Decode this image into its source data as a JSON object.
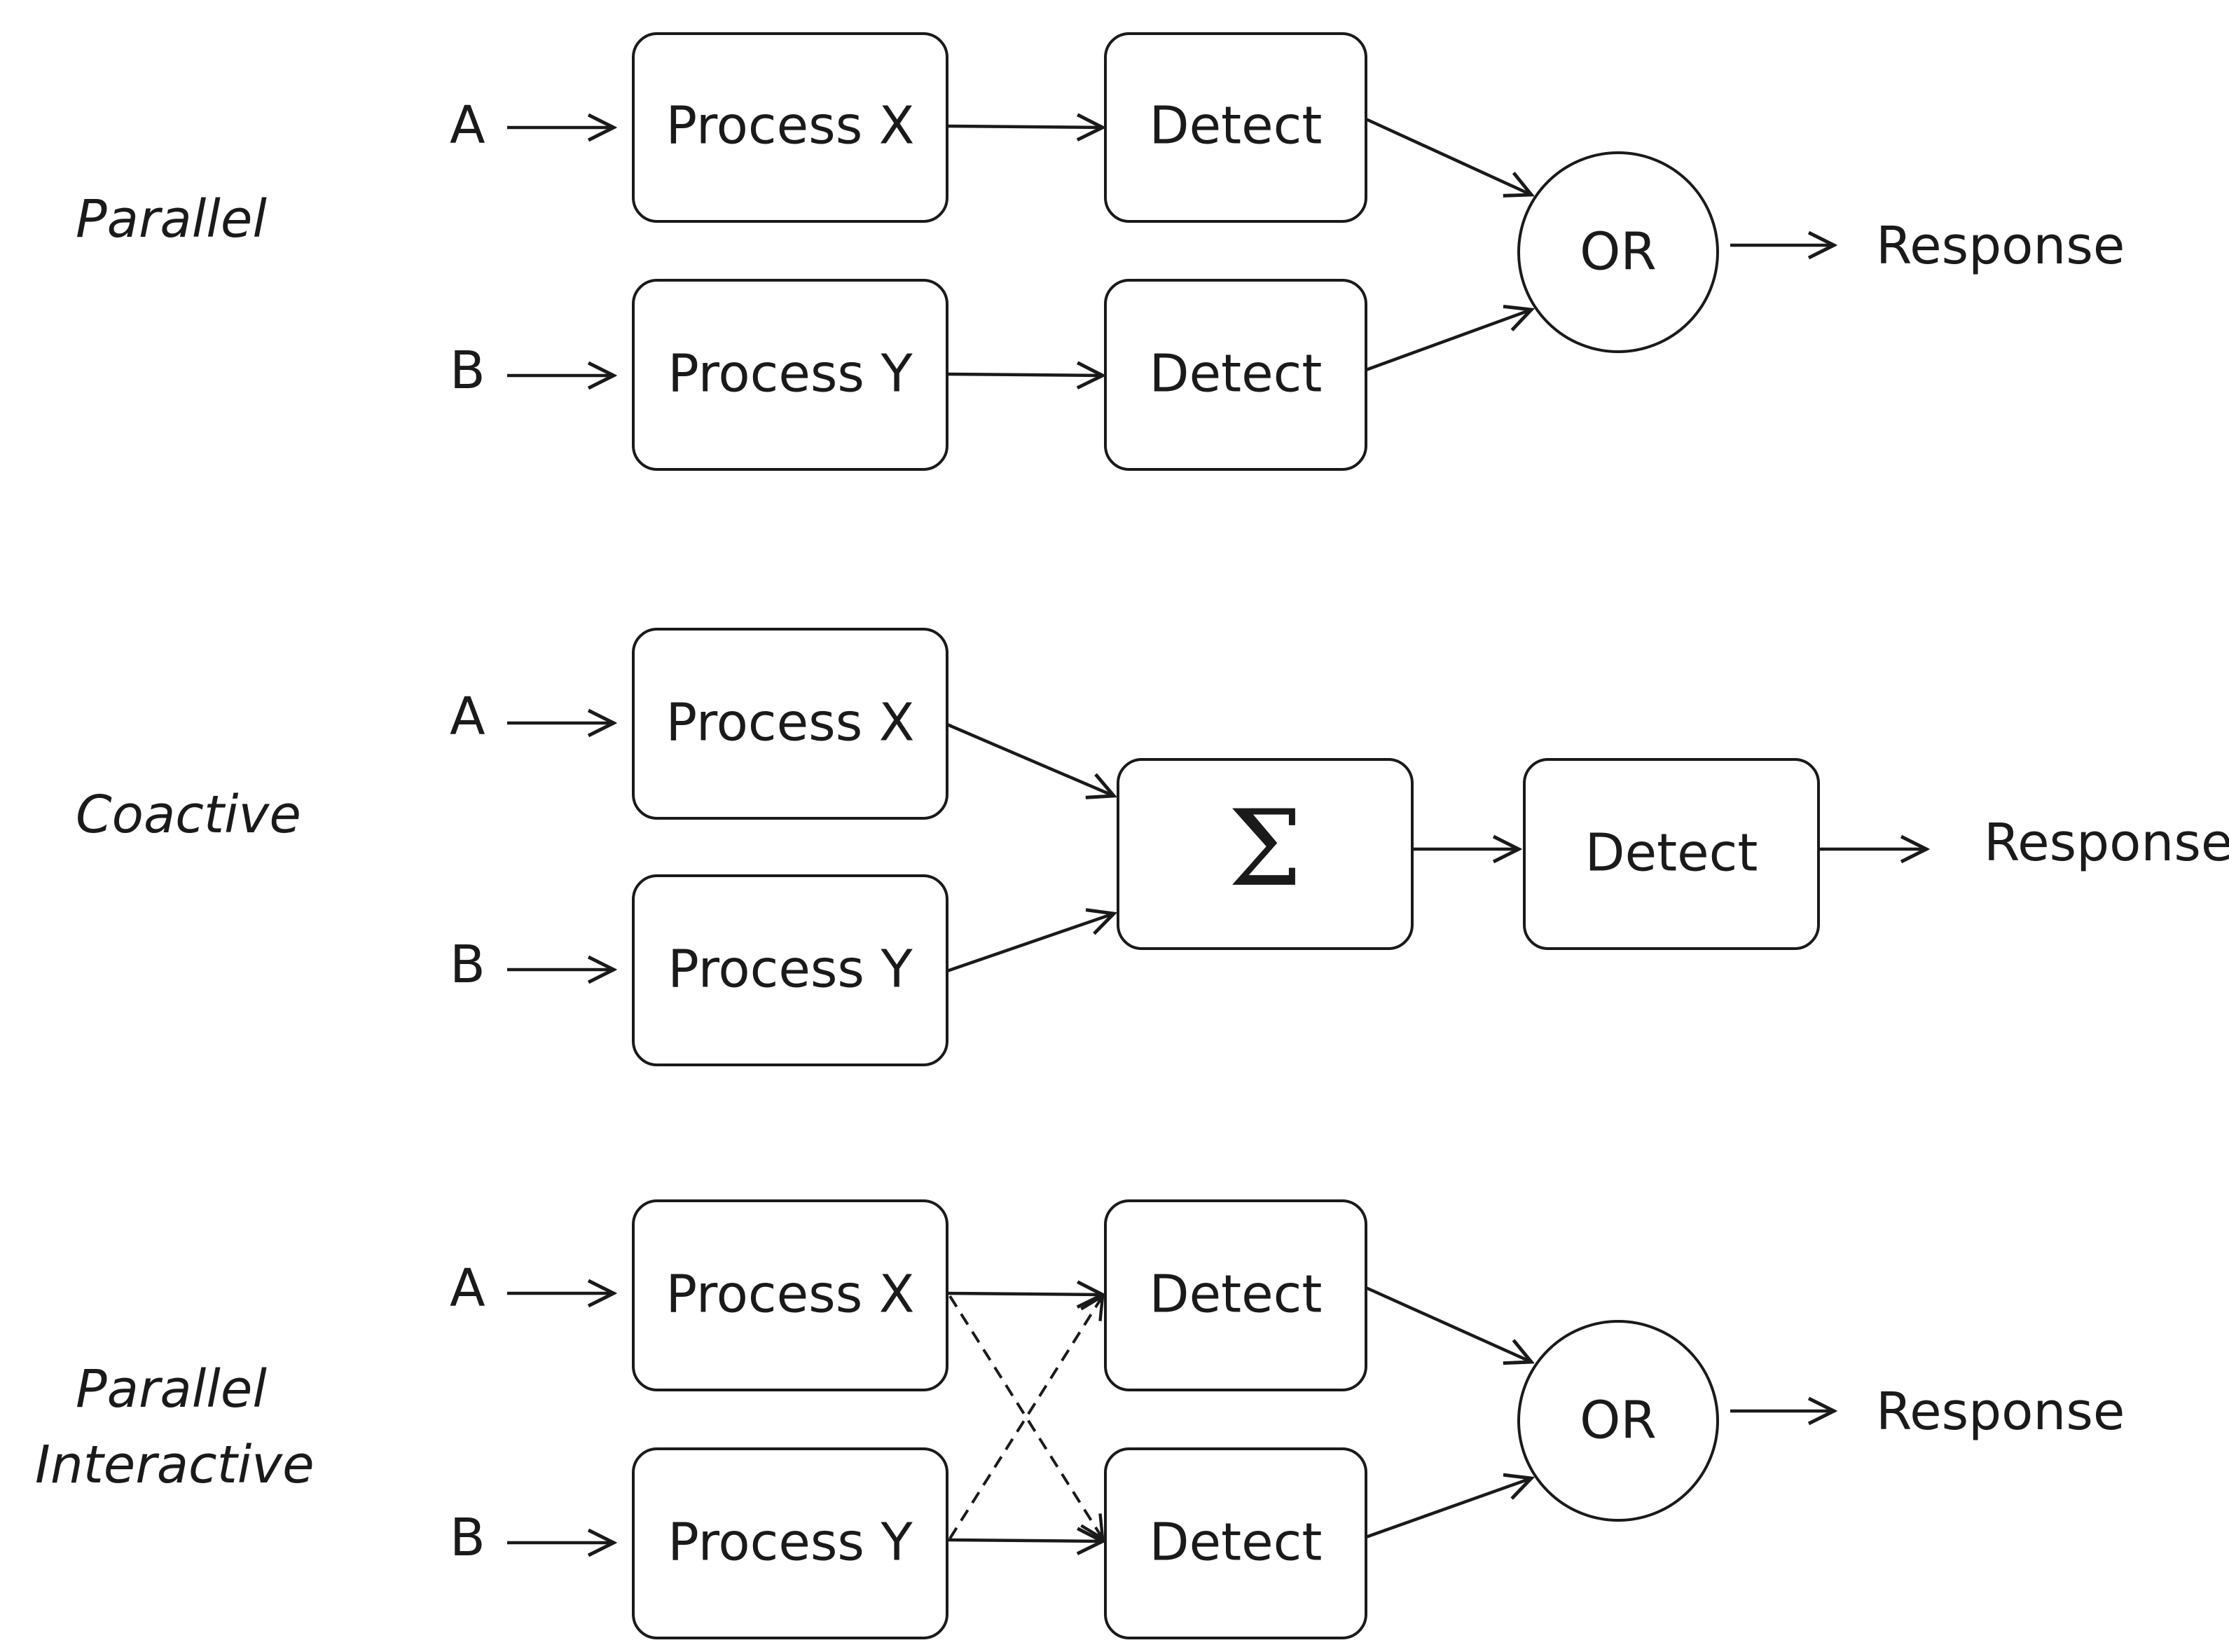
{
  "panels": {
    "parallel": {
      "model_label": "Parallel",
      "input_a": "A",
      "input_b": "B",
      "process_x": "Process X",
      "process_y": "Process Y",
      "detect_top": "Detect",
      "detect_bottom": "Detect",
      "gate": "OR",
      "output": "Response"
    },
    "coactive": {
      "model_label": "Coactive",
      "input_a": "A",
      "input_b": "B",
      "process_x": "Process X",
      "process_y": "Process Y",
      "sum_symbol": "Σ",
      "detect": "Detect",
      "output": "Response"
    },
    "parallel_interactive": {
      "model_label_line1": "Parallel",
      "model_label_line2": "Interactive",
      "input_a": "A",
      "input_b": "B",
      "process_x": "Process X",
      "process_y": "Process Y",
      "detect_top": "Detect",
      "detect_bottom": "Detect",
      "gate": "OR",
      "output": "Response"
    }
  }
}
